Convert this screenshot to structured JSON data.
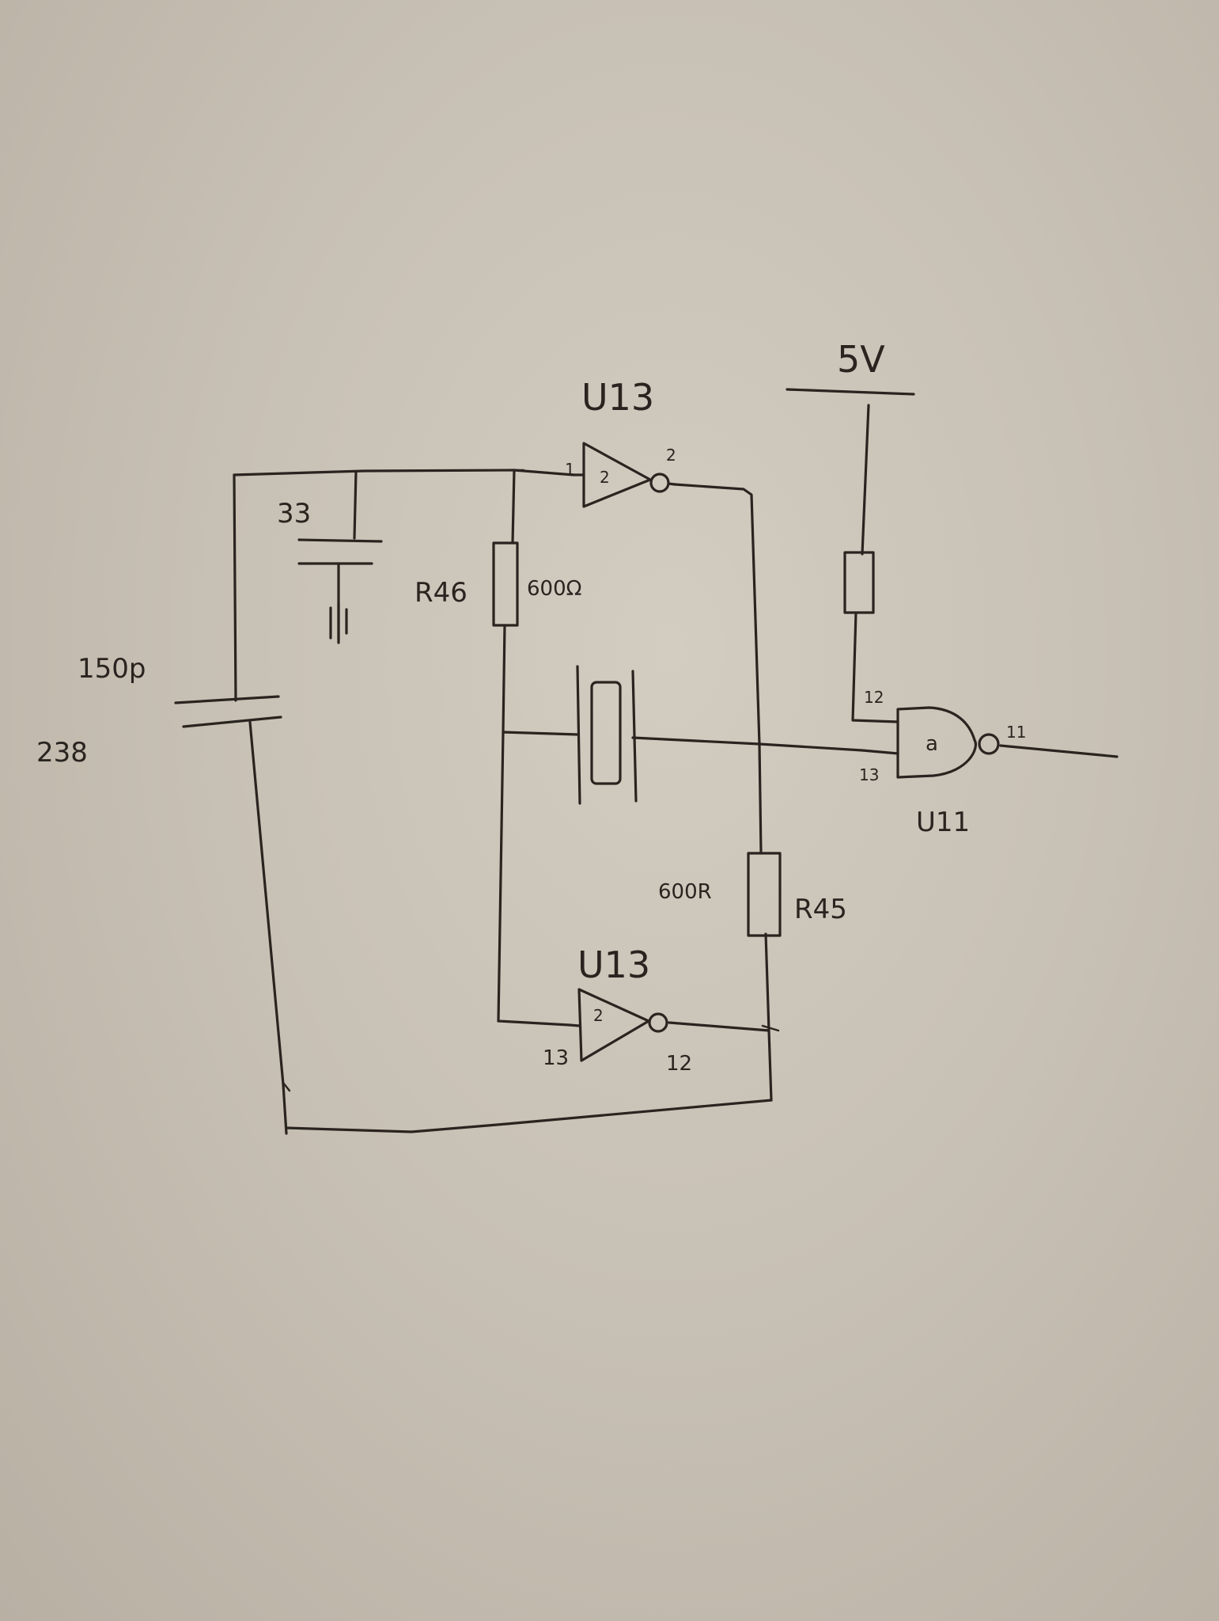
{
  "labels": {
    "u13_top": "U13",
    "u13_bottom": "U13",
    "u11": "U11",
    "vcc": "5V",
    "cap_c33": "33",
    "cap_c150": "150p",
    "cap_c150_ref": "238",
    "r46_ref": "R46",
    "r46_val": "600Ω",
    "r45_ref": "R45",
    "r45_val": "600R",
    "inv_top_pin_in": "1",
    "inv_top_pin_out": "2",
    "inv_top_letter": "2",
    "inv_bot_pin_in": "13",
    "inv_bot_pin_out": "12",
    "inv_bot_letter": "2",
    "nand_pin_12": "12",
    "nand_pin_13": "13",
    "nand_pin_11": "11",
    "nand_letter": "a"
  },
  "colors": {
    "ink": "#2a2420",
    "paper": "#c9c2b6"
  }
}
